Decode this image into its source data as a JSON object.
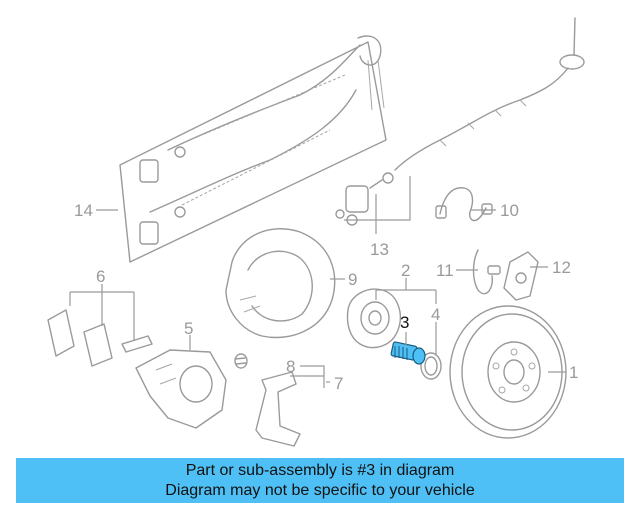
{
  "callouts": {
    "c1": "1",
    "c2": "2",
    "c3": "3",
    "c4": "4",
    "c5": "5",
    "c6": "6",
    "c7": "7",
    "c8": "8",
    "c9": "9",
    "c10": "10",
    "c11": "11",
    "c12": "12",
    "c13": "13",
    "c14": "14"
  },
  "highlight_color": "#4fc0f5",
  "banner": {
    "line1": "Part or sub-assembly is #3 in diagram",
    "line2": "Diagram may not be specific to your vehicle"
  }
}
